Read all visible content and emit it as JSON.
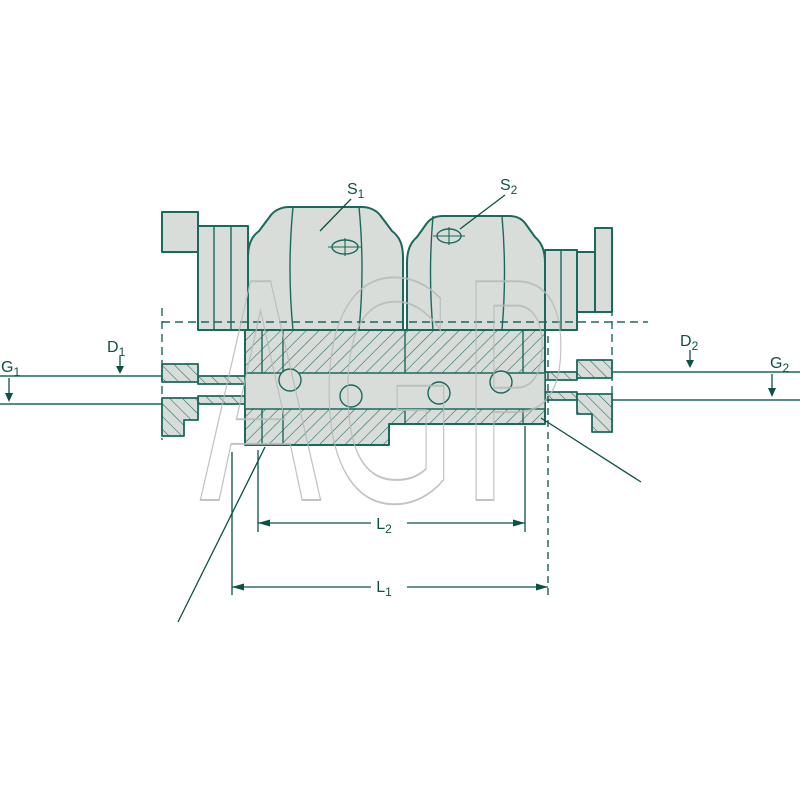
{
  "watermark": "AGP",
  "labels": {
    "s1": {
      "base": "S",
      "sub": "1"
    },
    "s2": {
      "base": "S",
      "sub": "2"
    },
    "d1": {
      "base": "D",
      "sub": "1"
    },
    "d2": {
      "base": "D",
      "sub": "2"
    },
    "g1": {
      "base": "G",
      "sub": "1"
    },
    "g2": {
      "base": "G",
      "sub": "2"
    },
    "l1": {
      "base": "L",
      "sub": "1"
    },
    "l2": {
      "base": "L",
      "sub": "2"
    }
  },
  "colors": {
    "outline": "#1b685d",
    "metal_fill": "#d8ddd9",
    "dimension": "#0d5045",
    "watermark": "#b6baba",
    "background": "#ffffff"
  }
}
